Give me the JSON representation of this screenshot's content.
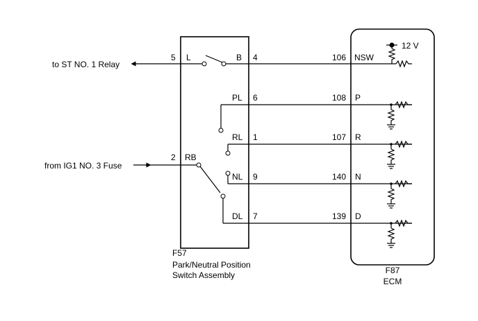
{
  "switch_assembly": {
    "code": "F57",
    "name_line1": "Park/Neutral Position",
    "name_line2": "Switch Assembly"
  },
  "ecm": {
    "code": "F87",
    "name": "ECM",
    "supply_voltage": "12 V"
  },
  "external": {
    "st_relay": "to ST NO. 1 Relay",
    "ig1_fuse": "from IG1 NO. 3 Fuse"
  },
  "switch_pins": {
    "L": {
      "label": "L",
      "pin": "5"
    },
    "B": {
      "label": "B",
      "pin": "4"
    },
    "RB": {
      "label": "RB",
      "pin": "2"
    },
    "PL": {
      "label": "PL",
      "pin": "6"
    },
    "RL": {
      "label": "RL",
      "pin": "1"
    },
    "NL": {
      "label": "NL",
      "pin": "9"
    },
    "DL": {
      "label": "DL",
      "pin": "7"
    }
  },
  "ecm_pins": {
    "NSW": {
      "label": "NSW",
      "pin": "106"
    },
    "P": {
      "label": "P",
      "pin": "108"
    },
    "R": {
      "label": "R",
      "pin": "107"
    },
    "N": {
      "label": "N",
      "pin": "140"
    },
    "D": {
      "label": "D",
      "pin": "139"
    }
  }
}
